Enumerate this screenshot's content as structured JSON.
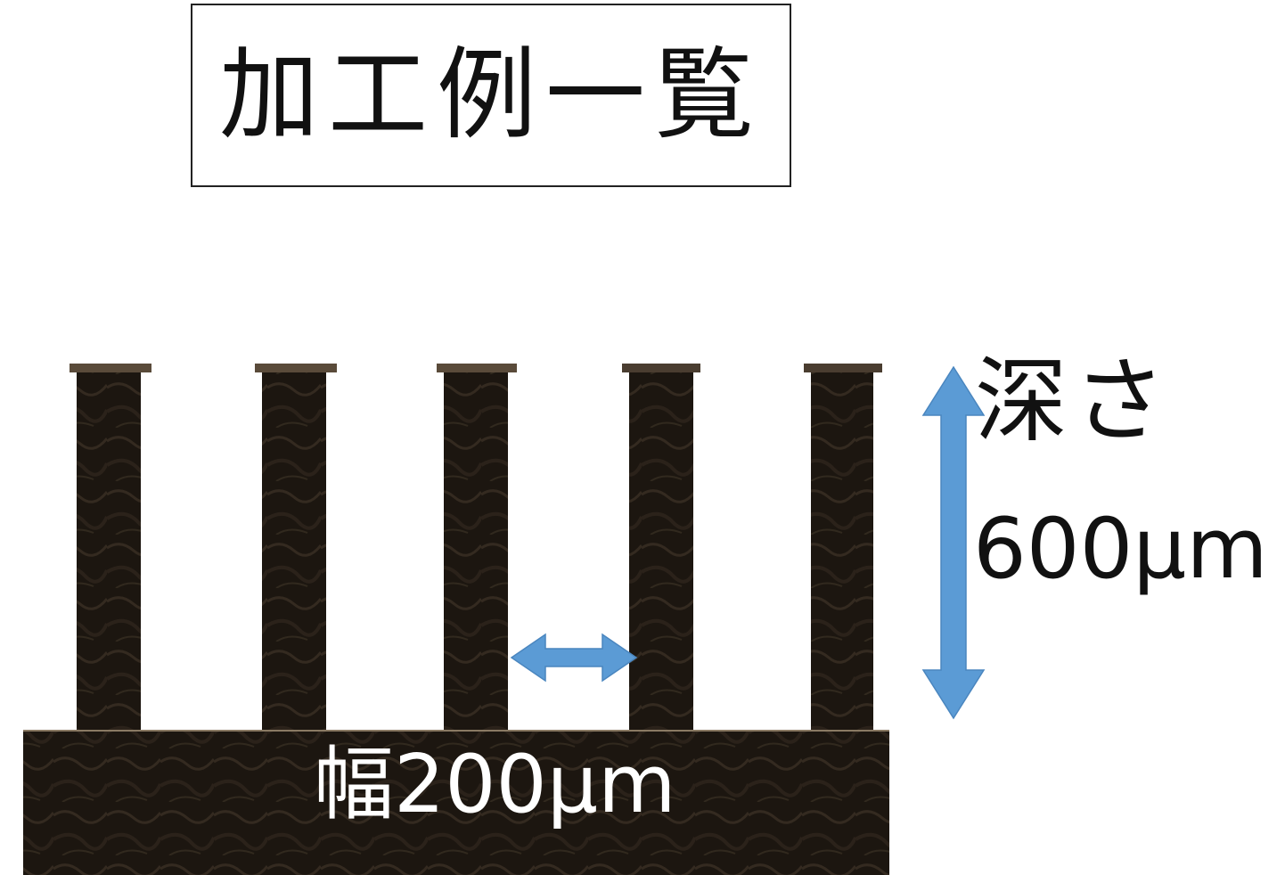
{
  "title": "加工例一覧",
  "annotations": {
    "depth_word": "深さ",
    "depth_value": "600μm",
    "width_label": "幅200μm"
  },
  "figure": {
    "fin_count": 5,
    "colors": {
      "material": "#1c1610",
      "material_highlight": "#3a2f24",
      "edge": "#8a7a63",
      "arrow": "#5b9bd5",
      "background": "#ffffff"
    }
  }
}
